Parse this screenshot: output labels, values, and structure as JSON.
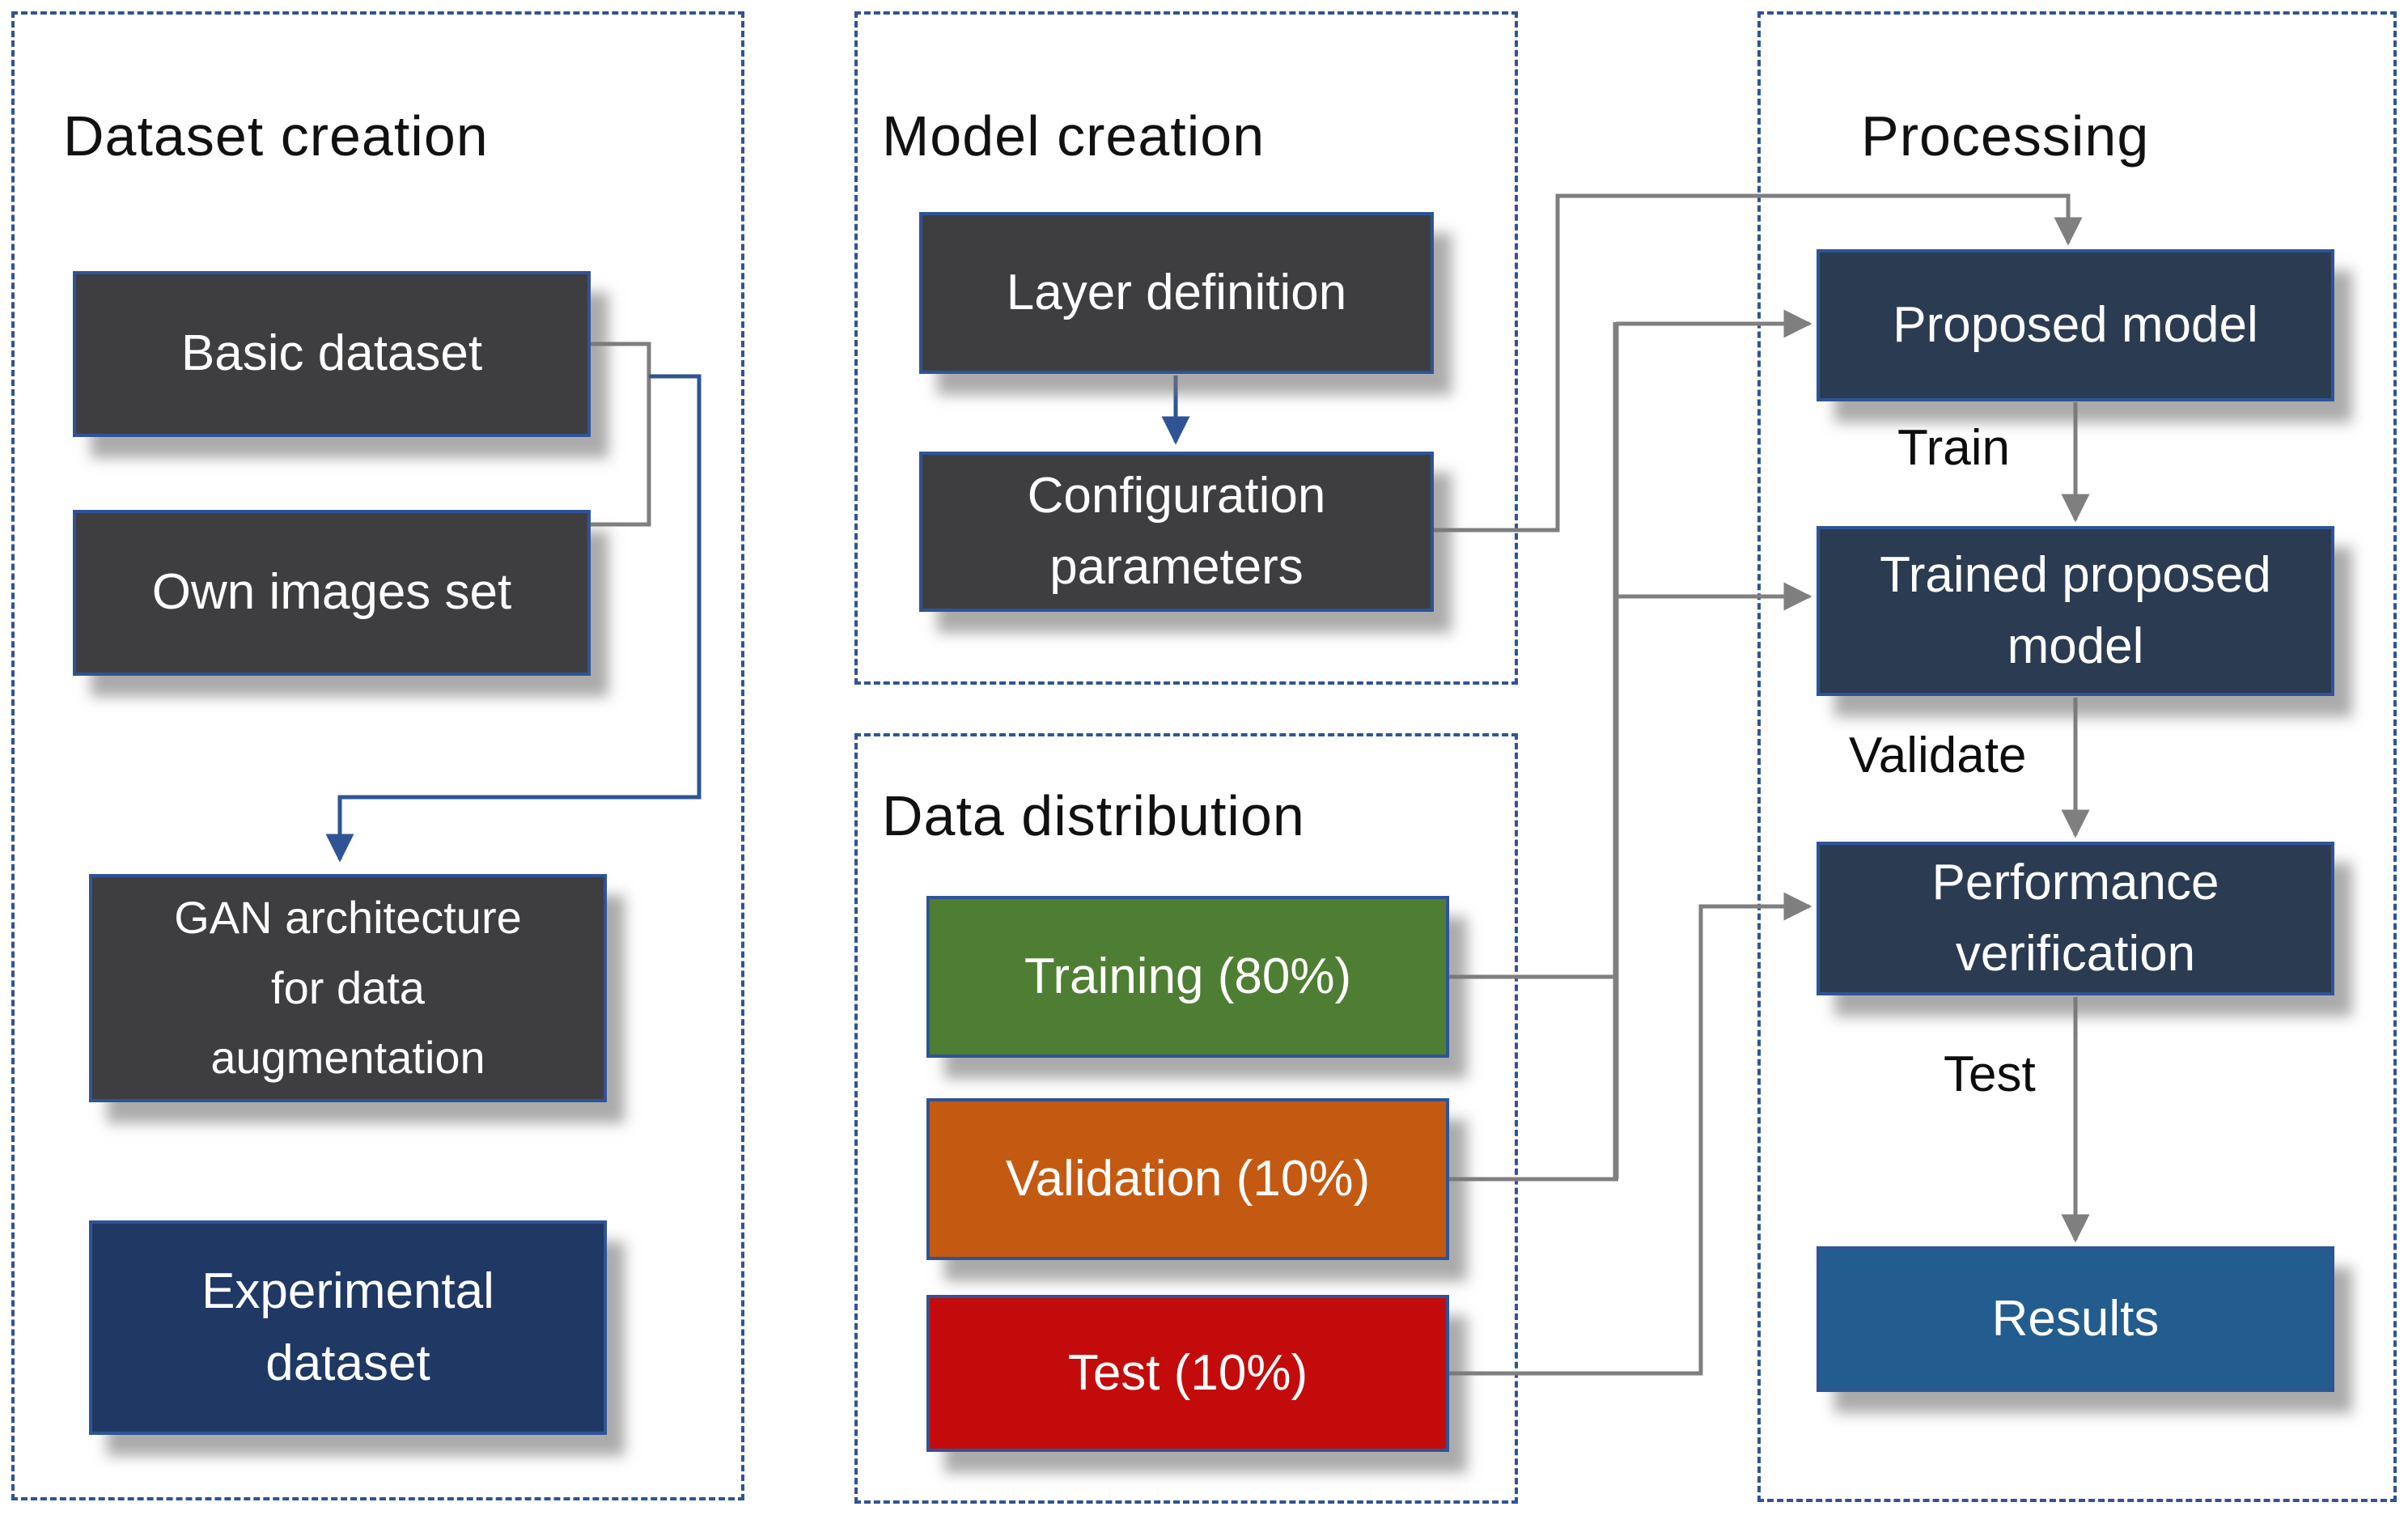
{
  "panels": {
    "dataset_creation": {
      "title": "Dataset creation"
    },
    "model_creation": {
      "title": "Model creation"
    },
    "data_distribution": {
      "title": "Data distribution"
    },
    "processing": {
      "title": "Processing"
    }
  },
  "boxes": {
    "basic_dataset": {
      "label": "Basic dataset"
    },
    "own_images": {
      "label": "Own images set"
    },
    "gan": {
      "label": "GAN architecture\nfor data\naugmentation"
    },
    "experimental": {
      "label": "Experimental\ndataset"
    },
    "layer_definition": {
      "label": "Layer definition"
    },
    "configuration": {
      "label": "Configuration\nparameters"
    },
    "training": {
      "label": "Training (80%)"
    },
    "validation": {
      "label": "Validation (10%)"
    },
    "test": {
      "label": "Test (10%)"
    },
    "proposed_model": {
      "label": "Proposed model"
    },
    "trained_model": {
      "label": "Trained proposed\nmodel"
    },
    "performance": {
      "label": "Performance\nverification"
    },
    "results": {
      "label": "Results"
    }
  },
  "edge_labels": {
    "train": "Train",
    "validate": "Validate",
    "test": "Test"
  },
  "colors": {
    "panel_border": "#2F5496",
    "box_border": "#2F5496",
    "dark_gray_box": "#3E3E40",
    "navy_box": "#1F3864",
    "steel_navy_box": "#2B3B52",
    "results_box": "#235C8E",
    "training_green": "#4E7E33",
    "validation_orange": "#C45A11",
    "test_red": "#C40B0B",
    "connector_gray": "#7F7F7F",
    "connector_blue": "#2F5496",
    "box_text": "#FFFFFF",
    "label_text": "#0D0D0D"
  }
}
